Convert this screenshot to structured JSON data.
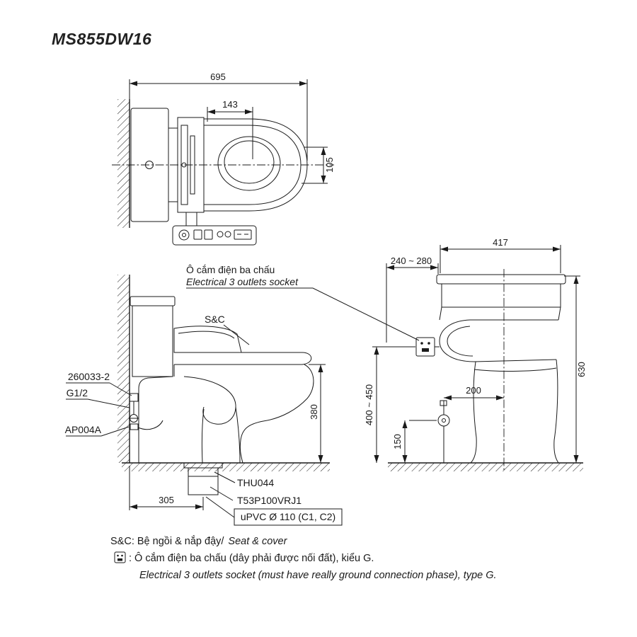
{
  "title": "MS855DW16",
  "colors": {
    "line": "#1a1a1a",
    "background": "#ffffff"
  },
  "top_view": {
    "dim_total_depth": "695",
    "dim_seat_offset": "143",
    "dim_bowl_half_width": "105"
  },
  "side_view": {
    "socket_label_vi": "Ô cắm điện ba chấu",
    "socket_label_en": "Electrical 3 outlets socket",
    "seat_cover_label": "S&C",
    "part_valve": "260033-2",
    "part_thread": "G1/2",
    "part_hose": "AP004A",
    "dim_height_380": "380",
    "dim_offset_305": "305",
    "part_flange": "THU044",
    "part_drain": "T53P100VRJ1",
    "part_pipe": "uPVC Ø 110 (C1, C2)"
  },
  "front_view": {
    "dim_width_417": "417",
    "dim_socket_range": "240 ~ 280",
    "dim_height_630": "630",
    "dim_socket_height_range": "400 ~ 450",
    "dim_inlet_offset_200": "200",
    "dim_inlet_height_150": "150"
  },
  "notes": {
    "sc_prefix": "S&C: Bệ ngồi & nắp đậy/",
    "sc_italic": "Seat & cover",
    "socket_vi": ": Ô cắm điện ba chấu (dây phải được nối đất), kiểu G.",
    "socket_en": "Electrical 3 outlets socket (must have really ground connection phase), type G."
  }
}
